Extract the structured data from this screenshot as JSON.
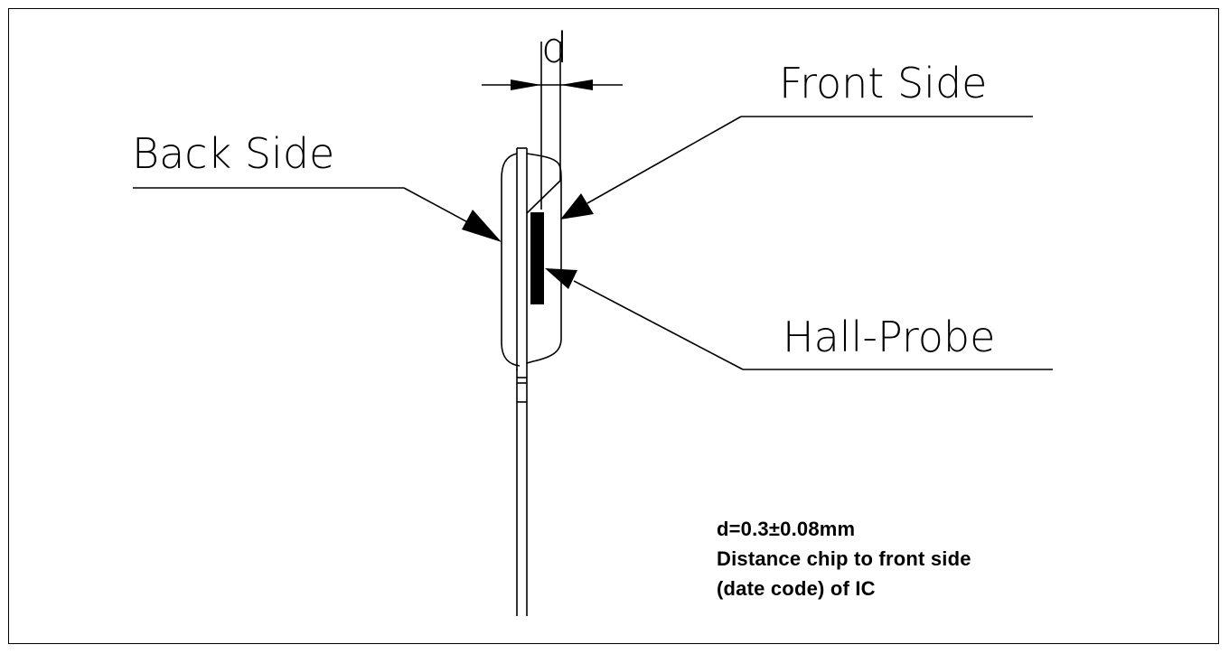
{
  "diagram": {
    "labels": {
      "dimension": "d",
      "front_side": "Front Side",
      "back_side": "Back Side",
      "hall_probe": "Hall-Probe"
    },
    "note": {
      "line1": "d=0.3±0.08mm",
      "line2": "Distance chip to front side",
      "line3": "(date code) of IC"
    }
  }
}
